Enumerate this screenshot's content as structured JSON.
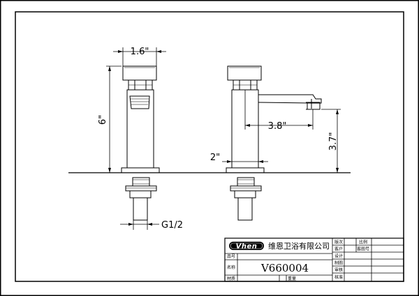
{
  "dimensions": {
    "top_width": "1.6\"",
    "height_front": "6\"",
    "spout_reach": "3.8\"",
    "spout_height": "3.7\"",
    "body_width": "2\"",
    "thread": "G1/2"
  },
  "title_block": {
    "brand": "Vhen",
    "company": "维恩卫浴有限公司",
    "model": "V660004",
    "row_labels": [
      "品号",
      "名称",
      "材质",
      "重量"
    ],
    "right_labels_col1": [
      "版次",
      "客户",
      "设计",
      "制图",
      "审核",
      "核准"
    ],
    "right_labels_col2": [
      "比例",
      "客图号"
    ]
  }
}
